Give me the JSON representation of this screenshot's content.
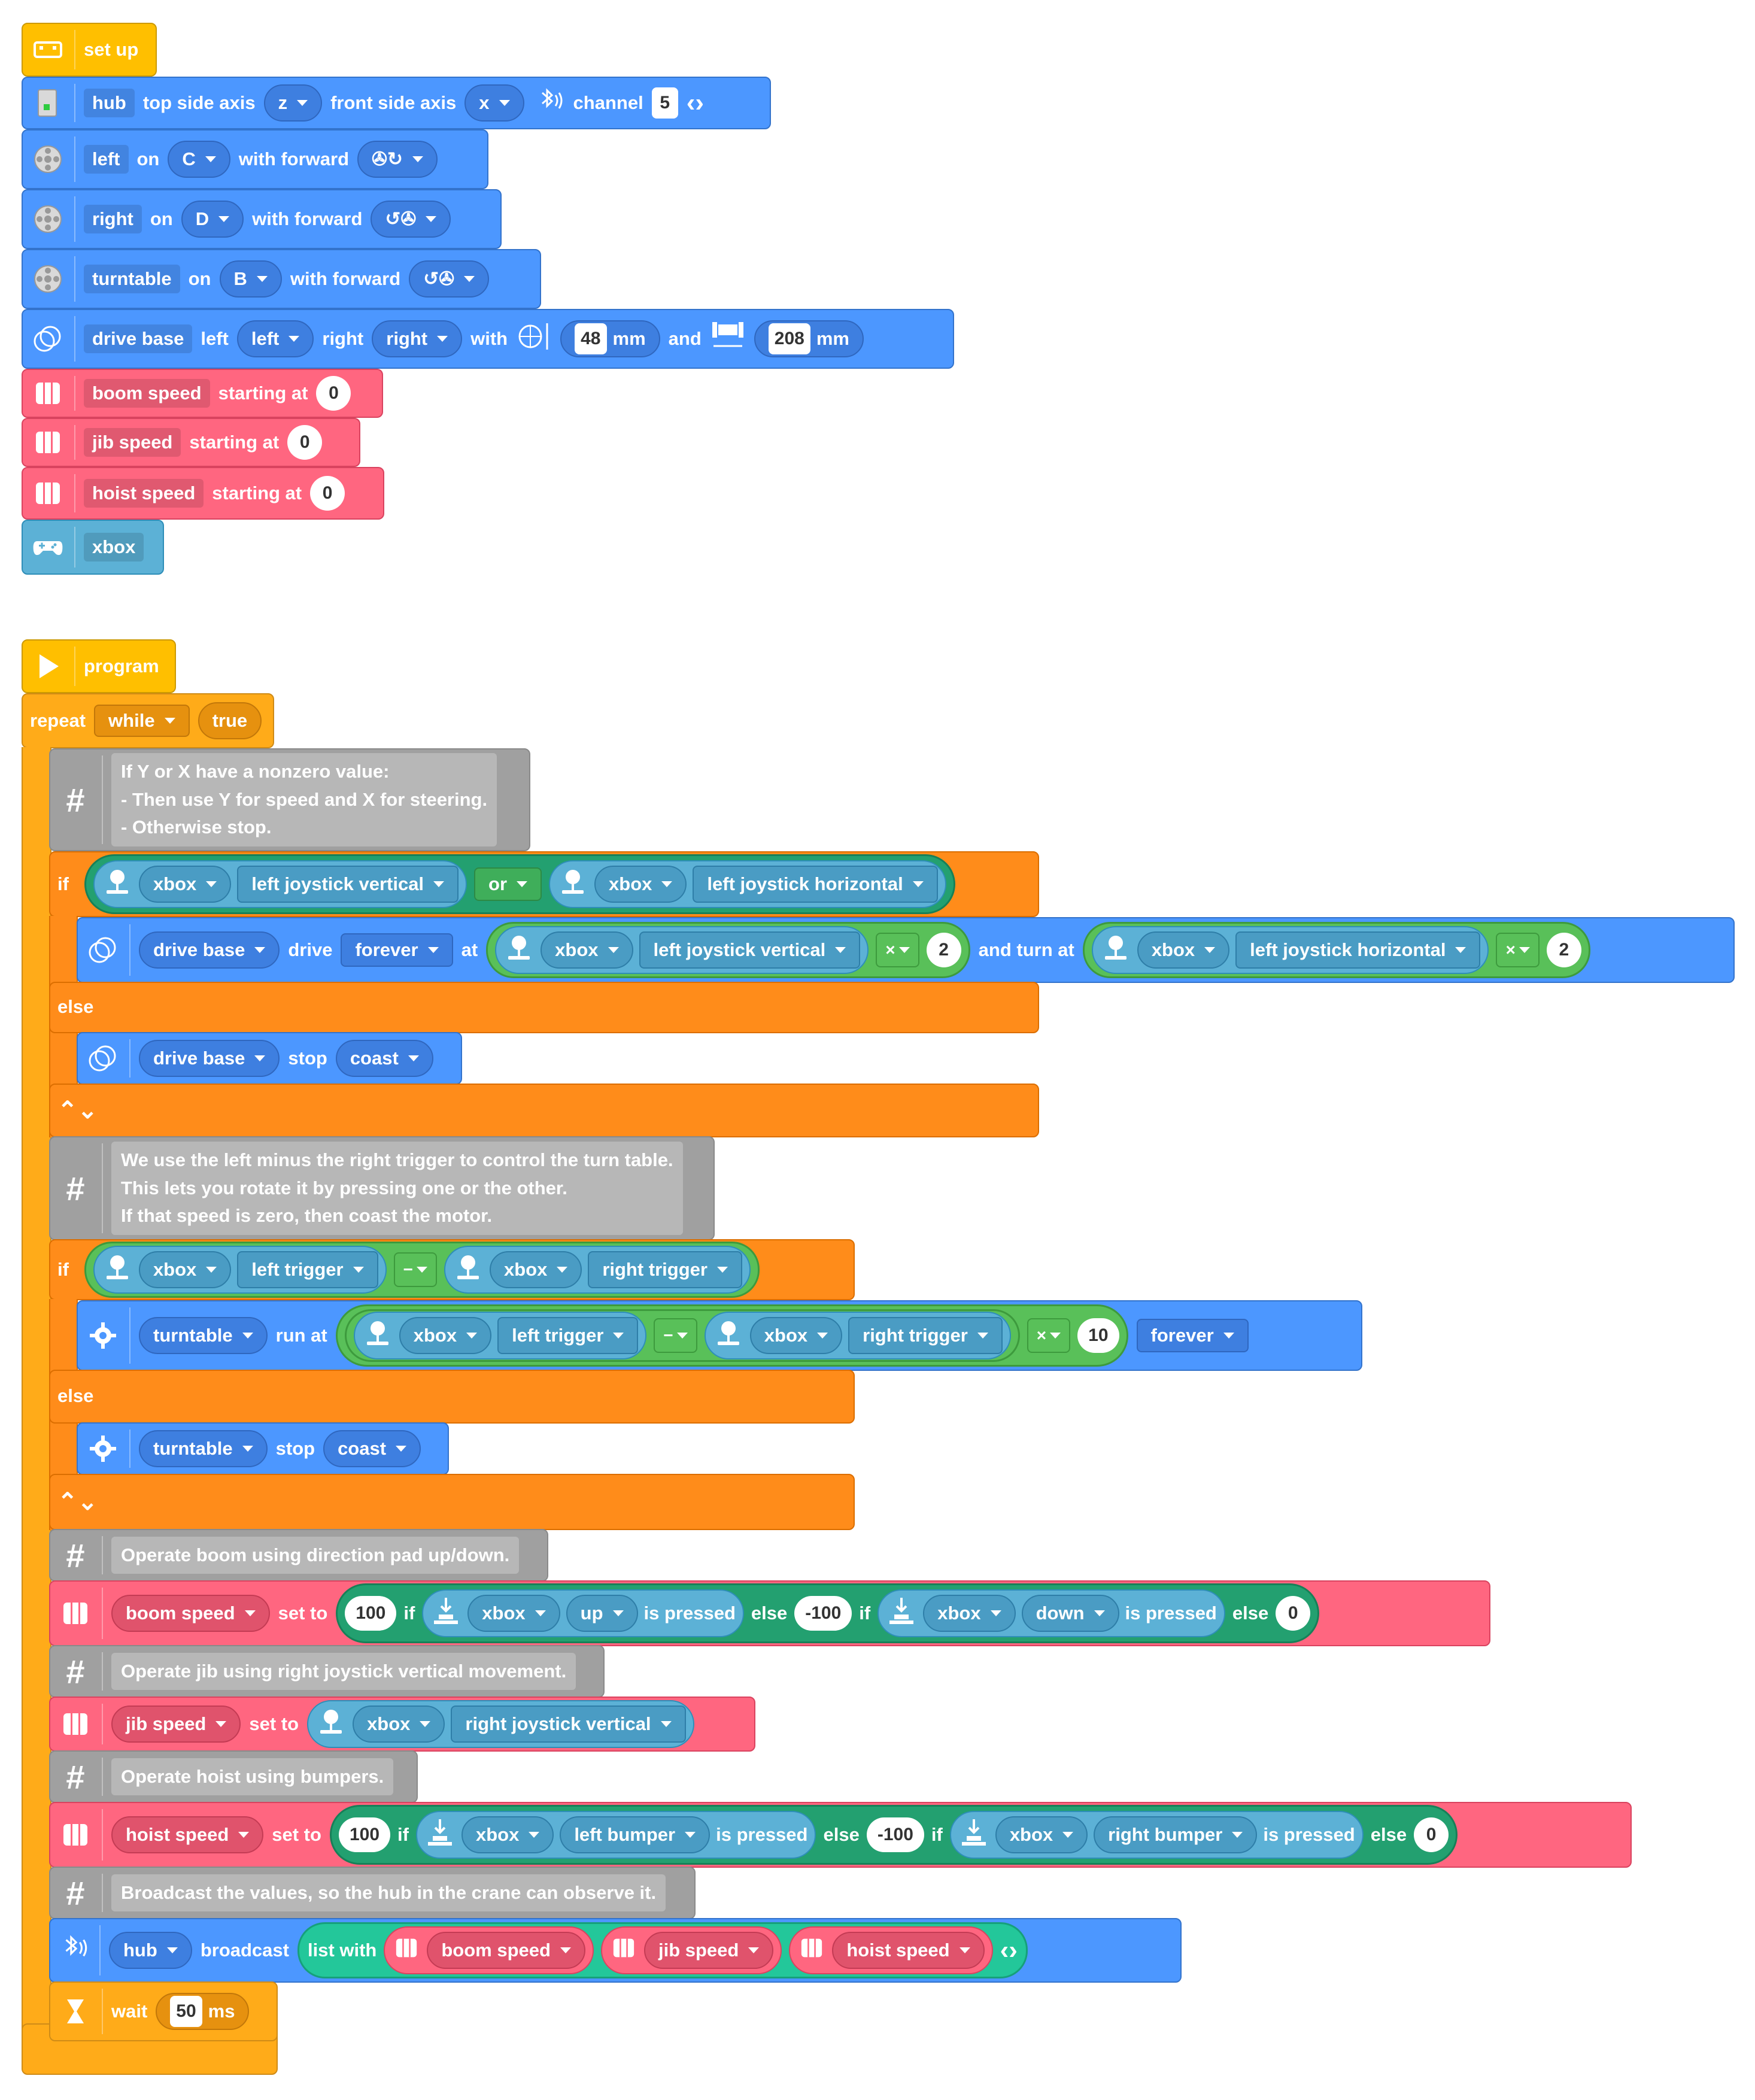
{
  "setup": {
    "hat_label": "set up",
    "hub": {
      "var": "hub",
      "top_label": "top side axis",
      "top_axis": "z",
      "front_label": "front side axis",
      "front_axis": "x",
      "channel_label": "channel",
      "channel": "5"
    },
    "motors": [
      {
        "var": "left",
        "on": "on",
        "port": "C",
        "with": "with forward"
      },
      {
        "var": "right",
        "on": "on",
        "port": "D",
        "with": "with forward"
      },
      {
        "var": "turntable",
        "on": "on",
        "port": "B",
        "with": "with forward"
      }
    ],
    "drivebase": {
      "var": "drive base",
      "left_label": "left",
      "left": "left",
      "right_label": "right",
      "right": "right",
      "with": "with",
      "wheel": "48",
      "mm1": "mm",
      "and": "and",
      "axle": "208",
      "mm2": "mm"
    },
    "vars": [
      {
        "name": "boom speed",
        "start": "starting at",
        "value": "0"
      },
      {
        "name": "jib speed",
        "start": "starting at",
        "value": "0"
      },
      {
        "name": "hoist speed",
        "start": "starting at",
        "value": "0"
      }
    ],
    "remote": "xbox"
  },
  "program": {
    "hat_label": "program",
    "repeat": {
      "label": "repeat",
      "mode": "while",
      "cond": "true"
    },
    "comment1": [
      "If Y or X have a nonzero value:",
      "- Then use Y for speed  and X for steering.",
      "- Otherwise stop."
    ],
    "if1": {
      "if": "if",
      "xbox": "xbox",
      "a": "left joystick vertical",
      "or": "or",
      "b": "left joystick horizontal",
      "drive": {
        "db": "drive base",
        "drive": "drive",
        "forever": "forever",
        "at": "at",
        "x1": "left joystick vertical",
        "mul": "×",
        "n1": "2",
        "turn": "and turn at",
        "x2": "left joystick horizontal",
        "n2": "2"
      },
      "else": "else",
      "stop": {
        "db": "drive base",
        "stop": "stop",
        "mode": "coast"
      }
    },
    "comment2": [
      "We use the left minus the right trigger to control the turn table.",
      "This lets you rotate it by pressing one or the other.",
      "If that speed is zero, then coast the motor."
    ],
    "if2": {
      "if": "if",
      "xbox": "xbox",
      "a": "left trigger",
      "minus": "−",
      "b": "right trigger",
      "run": {
        "m": "turntable",
        "run": "run at",
        "mul": "×",
        "n": "10",
        "forever": "forever"
      },
      "else": "else",
      "stop": {
        "m": "turntable",
        "stop": "stop",
        "mode": "coast"
      }
    },
    "comment3": "Operate boom using direction pad up/down.",
    "boom": {
      "var": "boom speed",
      "set": "set to",
      "v1": "100",
      "if": "if",
      "xbox": "xbox",
      "b1": "up",
      "pressed": "is pressed",
      "else": "else",
      "v2": "-100",
      "b2": "down",
      "v3": "0"
    },
    "comment4": "Operate jib using right joystick vertical movement.",
    "jib": {
      "var": "jib speed",
      "set": "set to",
      "xbox": "xbox",
      "axis": "right joystick vertical"
    },
    "comment5": "Operate hoist using bumpers.",
    "hoist": {
      "var": "hoist speed",
      "set": "set to",
      "v1": "100",
      "if": "if",
      "xbox": "xbox",
      "b1": "left bumper",
      "pressed": "is pressed",
      "else": "else",
      "v2": "-100",
      "b2": "right bumper",
      "v3": "0"
    },
    "comment6": "Broadcast the values, so the hub in the crane can observe it.",
    "broadcast": {
      "hub": "hub",
      "label": "broadcast",
      "list": "list with",
      "a": "boom speed",
      "b": "jib speed",
      "c": "hoist speed"
    },
    "wait": {
      "label": "wait",
      "value": "50",
      "unit": "ms"
    }
  },
  "colors": {
    "hat": "#ffbf00",
    "hub": "#4c97ff",
    "variable": "#ff6680",
    "control": "#ffab19",
    "if": "#ff8c1a",
    "comment": "#a0a0a0",
    "remote": "#5cb1d6"
  }
}
